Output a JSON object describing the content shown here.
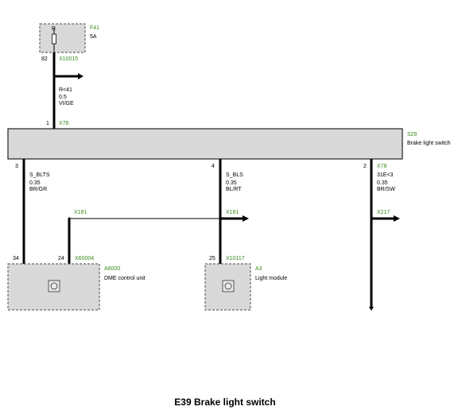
{
  "fuse": {
    "name": "F41",
    "rating": "5A",
    "label": "R",
    "pin": "82",
    "connector": "X10015"
  },
  "wire_top": {
    "label": "R<41",
    "gauge": "0.5",
    "color": "VI/GE"
  },
  "switch": {
    "name": "S29",
    "description": "Brake light switch",
    "top_pin": "1",
    "top_connector": "X78",
    "right_pin": "2",
    "right_connector": "X78",
    "pin_mid": "4",
    "pin_left": "3"
  },
  "wires": {
    "left": {
      "signal": "S_BLTS",
      "gauge": "0.35",
      "color": "BR/GR"
    },
    "mid": {
      "signal": "S_BLS",
      "gauge": "0.35",
      "color": "BL/RT"
    },
    "right": {
      "signal": "31E<3",
      "gauge": "0.35",
      "color": "BR/SW"
    }
  },
  "connectors": {
    "x181_left": "X181",
    "x181_right": "X181",
    "x217": "X217"
  },
  "dme": {
    "name": "A6000",
    "description": "DME control unit",
    "pin_a": "34",
    "pin_b": "24",
    "connector": "X60004"
  },
  "light_module": {
    "name": "A3",
    "description": "Light module",
    "pin": "25",
    "connector": "X10117"
  },
  "title": "E39 Brake light switch",
  "colors": {
    "component_fill": "#d9d9d9",
    "connector_label": "#3a8a1e"
  }
}
